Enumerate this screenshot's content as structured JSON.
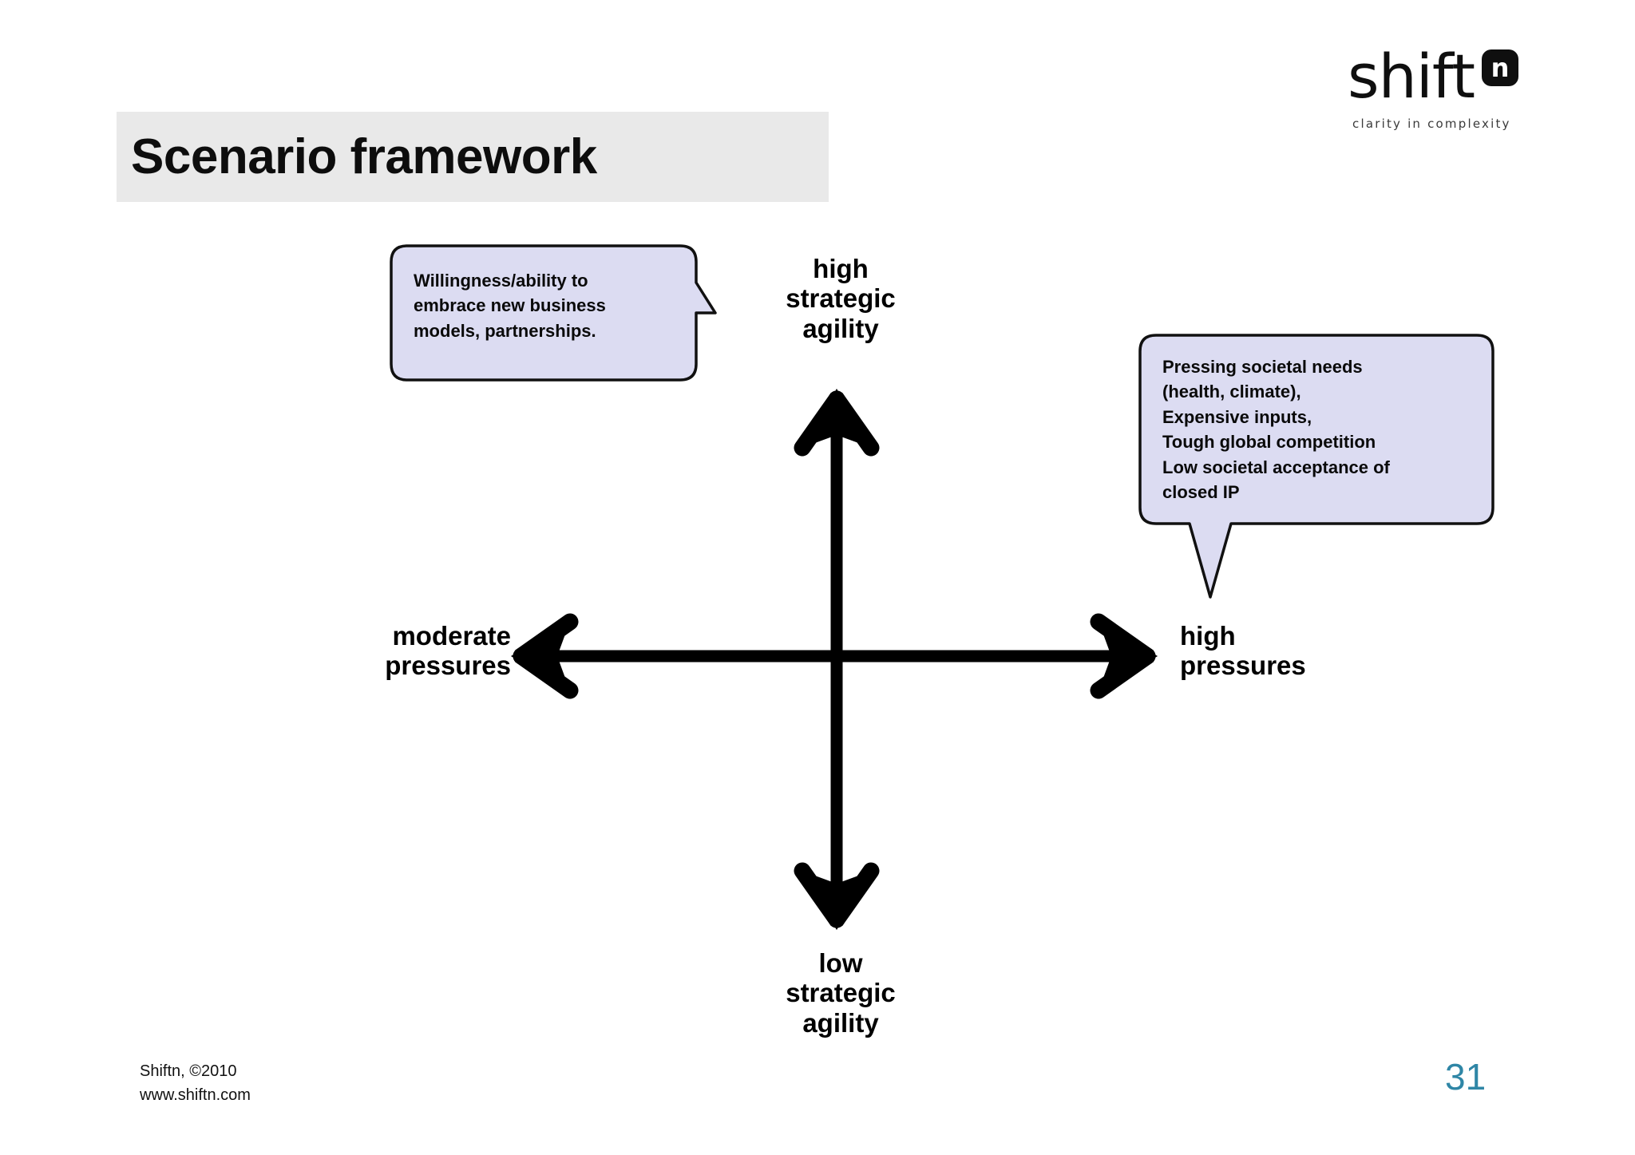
{
  "slide": {
    "title": "Scenario framework",
    "page_number": "31",
    "accent_color": "#2f86a6",
    "title_band_color": "#e9e9e9",
    "callout_fill": "#dcdcf2",
    "callout_border": "#111111",
    "axis_color": "#000000"
  },
  "logo": {
    "wordmark": "shift",
    "superscript": "n",
    "tagline": "clarity in complexity"
  },
  "axes": {
    "top_label": "high\nstrategic\nagility",
    "top_label_lines": [
      "high",
      "strategic",
      "agility"
    ],
    "bottom_label": "low\nstrategic\nagility",
    "bottom_label_lines": [
      "low",
      "strategic",
      "agility"
    ],
    "left_label": "moderate\npressures",
    "left_label_lines": [
      "moderate",
      "pressures"
    ],
    "right_label": "high\npressures",
    "right_label_lines": [
      "high",
      "pressures"
    ],
    "vertical_axis_name": "strategic agility",
    "horizontal_axis_name": "pressures"
  },
  "callouts": [
    {
      "id": "left",
      "lines": [
        "Willingness/ability to",
        "embrace new business",
        "models, partnerships."
      ],
      "tail_direction": "right",
      "points_to": "high strategic agility"
    },
    {
      "id": "right",
      "lines": [
        "Pressing societal needs",
        "(health, climate),",
        "Expensive inputs,",
        "Tough global competition",
        "Low societal acceptance of",
        "closed IP"
      ],
      "tail_direction": "down",
      "points_to": "high pressures"
    }
  ],
  "footer": {
    "copyright": "Shiftn, ©2010",
    "website": "www.shiftn.com"
  },
  "chart_data": {
    "type": "scatter",
    "title": "Scenario framework",
    "xlabel": "pressures",
    "ylabel": "strategic agility",
    "x_axis_low_label": "moderate pressures",
    "x_axis_high_label": "high pressures",
    "y_axis_low_label": "low strategic agility",
    "y_axis_high_label": "high strategic agility",
    "grid": false,
    "legend": "none",
    "series": [],
    "annotations": [
      {
        "quadrant": "y-axis-high",
        "text": "Willingness/ability to embrace new business models, partnerships."
      },
      {
        "quadrant": "x-axis-high",
        "text": "Pressing societal needs (health, climate), Expensive inputs, Tough global competition Low societal acceptance of closed IP"
      }
    ]
  }
}
